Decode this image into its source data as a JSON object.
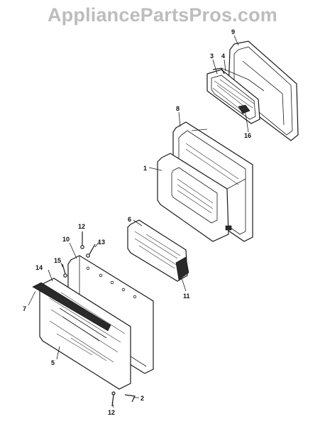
{
  "watermark": "AppliancePartsPros.com",
  "parts": [
    {
      "id": "p1",
      "label": "1"
    },
    {
      "id": "p2",
      "label": "2"
    },
    {
      "id": "p3",
      "label": "3"
    },
    {
      "id": "p4",
      "label": "4"
    },
    {
      "id": "p5",
      "label": "5"
    },
    {
      "id": "p6",
      "label": "6"
    },
    {
      "id": "p7",
      "label": "7"
    },
    {
      "id": "p8",
      "label": "8"
    },
    {
      "id": "p9",
      "label": "9"
    },
    {
      "id": "p10",
      "label": "10"
    },
    {
      "id": "p11",
      "label": "11"
    },
    {
      "id": "p12a",
      "label": "12"
    },
    {
      "id": "p12b",
      "label": "12"
    },
    {
      "id": "p13",
      "label": "13"
    },
    {
      "id": "p14",
      "label": "14"
    },
    {
      "id": "p15",
      "label": "15"
    },
    {
      "id": "p16",
      "label": "16"
    }
  ],
  "colors": {
    "ink": "#1a1a1a",
    "watermark": "#bdbdbd",
    "background": "#ffffff"
  }
}
